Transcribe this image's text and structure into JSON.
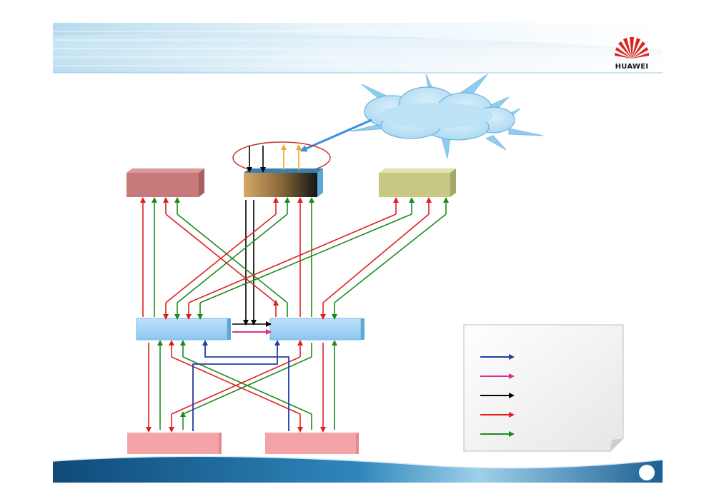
{
  "brand": {
    "logo_text": "HUAWEI",
    "logo_color": "#d9261c"
  },
  "colors": {
    "header_light": "#eef6fb",
    "header_blue": "#8ec6e4",
    "footer_dark": "#1a5a8a",
    "footer_mid": "#2e83b7",
    "cloud": "#b8def3",
    "cloud_rays": "#8fcdee",
    "ellipse": "#c0392b",
    "box_left": "#c87a7a",
    "box_right": "#c8c885",
    "box_bottom": "#f4a3a6",
    "switch_box": "#a9d6f5",
    "arrow_blue": "#1f3ea8",
    "arrow_pink": "#d63384",
    "arrow_black": "#000000",
    "arrow_red": "#e02020",
    "arrow_green": "#1e8a1e",
    "arrow_orange": "#f5a623",
    "arrow_light_blue": "#3b8fe0"
  },
  "legend": {
    "items": [
      {
        "color_key": "arrow_blue",
        "label": ""
      },
      {
        "color_key": "arrow_pink",
        "label": ""
      },
      {
        "color_key": "arrow_black",
        "label": ""
      },
      {
        "color_key": "arrow_red",
        "label": ""
      },
      {
        "color_key": "arrow_green",
        "label": ""
      }
    ]
  },
  "page_number": ""
}
